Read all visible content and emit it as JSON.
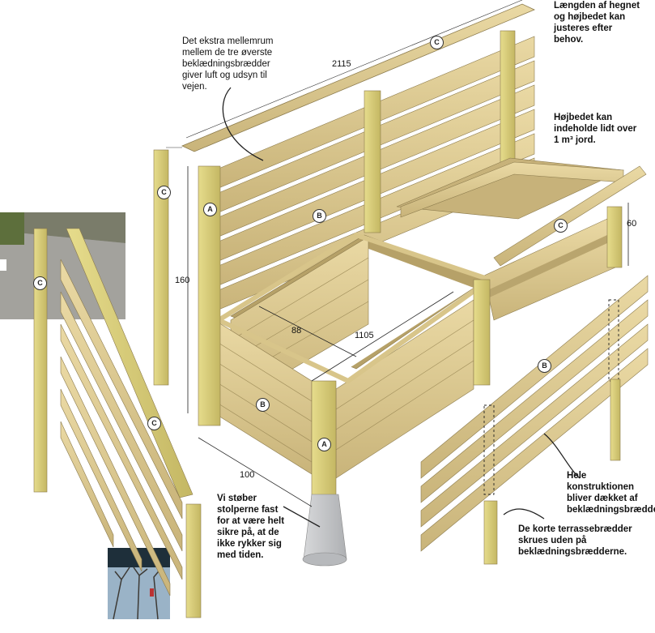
{
  "annotations": {
    "air_gap": "Det ekstra mellemrum mellem de tre øverste beklædningsbrædder giver luft og udsyn til vejen.",
    "length_adjust": "Længden af hegnet og højbedet kan justeres efter behov.",
    "capacity": "Højbedet kan indeholde lidt over 1 m³ jord.",
    "cast_posts": "Vi støber stolperne fast for at være helt sikre på, at de ikke rykker sig med tiden.",
    "cladding": "Hele konstruktionen bliver dækket af beklædningsbrædder.",
    "short_boards": "De korte terrassebrædder skrues uden på beklædningsbrædderne."
  },
  "dimensions": {
    "top_length": "2115",
    "height": "160",
    "bed_height": "60",
    "inner_width": "88",
    "inner_length": "1105",
    "post_spacing": "100"
  },
  "labels": {
    "a": "A",
    "b": "B",
    "c": "C"
  },
  "colors": {
    "wood_light": "#e4d29a",
    "wood_mid": "#cdb97d",
    "wood_dark": "#a89563",
    "post_green": "#d8cf78",
    "concrete": "#c9cbcd"
  }
}
